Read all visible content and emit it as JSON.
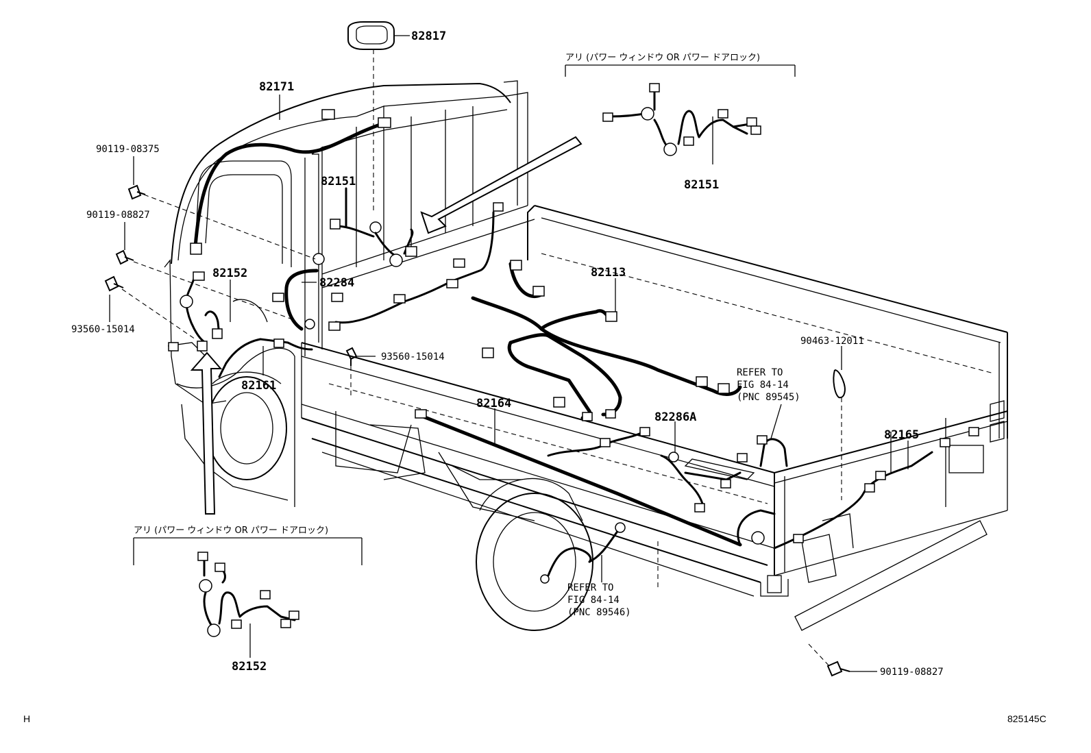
{
  "parts": {
    "p82817": "82817",
    "p82171": "82171",
    "p90119_08375": "90119-08375",
    "p90119_08827_top": "90119-08827",
    "p82151_main": "82151",
    "p82152_main": "82152",
    "p82284": "82284",
    "p93560_15014_left": "93560-15014",
    "p93560_15014_mid": "93560-15014",
    "p82161": "82161",
    "p82164": "82164",
    "p82113": "82113",
    "p82286A": "82286A",
    "p90463_12011": "90463-12011",
    "p82165": "82165",
    "p90119_08827_bottom": "90119-08827",
    "p82151_inset": "82151",
    "p82152_inset": "82152"
  },
  "notes": {
    "inset_top_caption": "アリ (パワー ウィンドウ OR パワー ドアロック)",
    "inset_bottom_caption": "アリ (パワー ウィンドウ OR パワー ドアロック)",
    "refer_right_line1": "REFER TO",
    "refer_right_line2": "FIG 84-14",
    "refer_right_line3": "(PNC 89545)",
    "refer_bottom_line1": "REFER TO",
    "refer_bottom_line2": "FIG 84-14",
    "refer_bottom_line3": "(PNC 89546)"
  },
  "footer": {
    "left_code": "H",
    "illustration_id": "825145C"
  }
}
